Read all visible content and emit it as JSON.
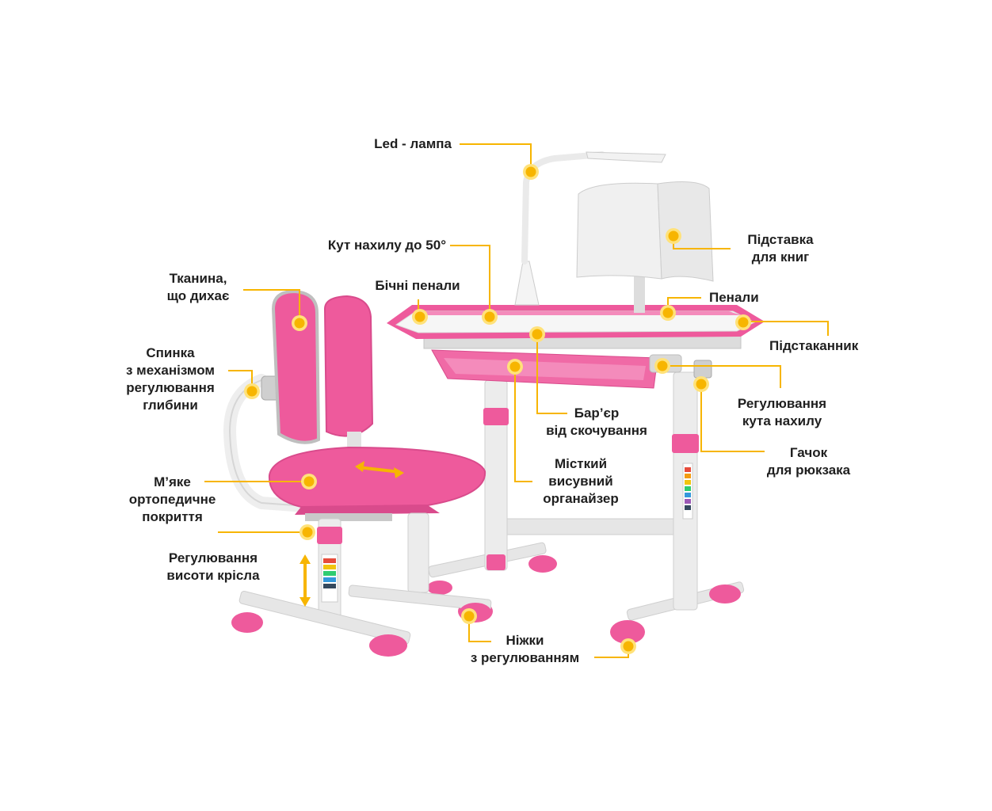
{
  "colors": {
    "accent_pink": "#ee5a9c",
    "pink_light": "#f48bbb",
    "pink_dark": "#d94b8c",
    "frame_gray": "#e6e6e6",
    "frame_shadow": "#c9c9c9",
    "callout_yellow": "#f7b500",
    "text": "#1f1f1f"
  },
  "labels": {
    "led_lamp": "Led - лампа",
    "tilt_angle": "Кут нахилу до 50°",
    "side_pencil_cases": "Бічні пенали",
    "book_stand": [
      "Підставка",
      "для книг"
    ],
    "pencil_cases": "Пенали",
    "cup_holder": "Підстаканник",
    "tilt_adjustment": [
      "Регулювання",
      "кута нахилу"
    ],
    "backpack_hook": [
      "Гачок",
      "для рюкзака"
    ],
    "anti_roll_barrier": [
      "Бар’єр",
      "від скочування"
    ],
    "organizer": [
      "Місткий",
      "висувний",
      "органайзер"
    ],
    "breathable_fabric": [
      "Тканина,",
      "що дихає"
    ],
    "backrest_depth": [
      "Спинка",
      "з механізмом",
      "регулювання",
      "глибини"
    ],
    "soft_coating": [
      "М’яке",
      "ортопедичне",
      "покриття"
    ],
    "chair_height": [
      "Регулювання",
      "висоти крісла"
    ],
    "adjustable_feet": [
      "Ніжки",
      "з регулюванням"
    ]
  }
}
